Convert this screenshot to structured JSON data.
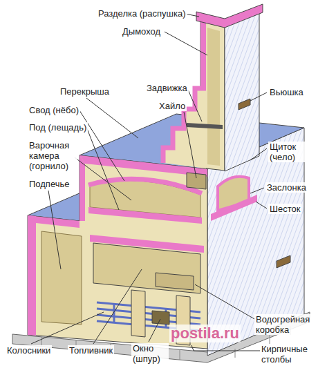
{
  "diagram": {
    "labels": [
      "Разделка (распушка)",
      "Дымоход",
      "Перекрыша",
      "Задвижка",
      "Хайло",
      "Вьюшка",
      "Свод (нёбо)",
      "Под (лещадь)",
      "Щиток (чело)",
      "Варочная камера (горнило)",
      "Заслонка",
      "Подпечье",
      "Шесток",
      "Водогрейная коробка",
      "Колосники",
      "Топливник",
      "Окно (шпур)",
      "Кирпичные столбы",
      "postila.ru"
    ]
  }
}
